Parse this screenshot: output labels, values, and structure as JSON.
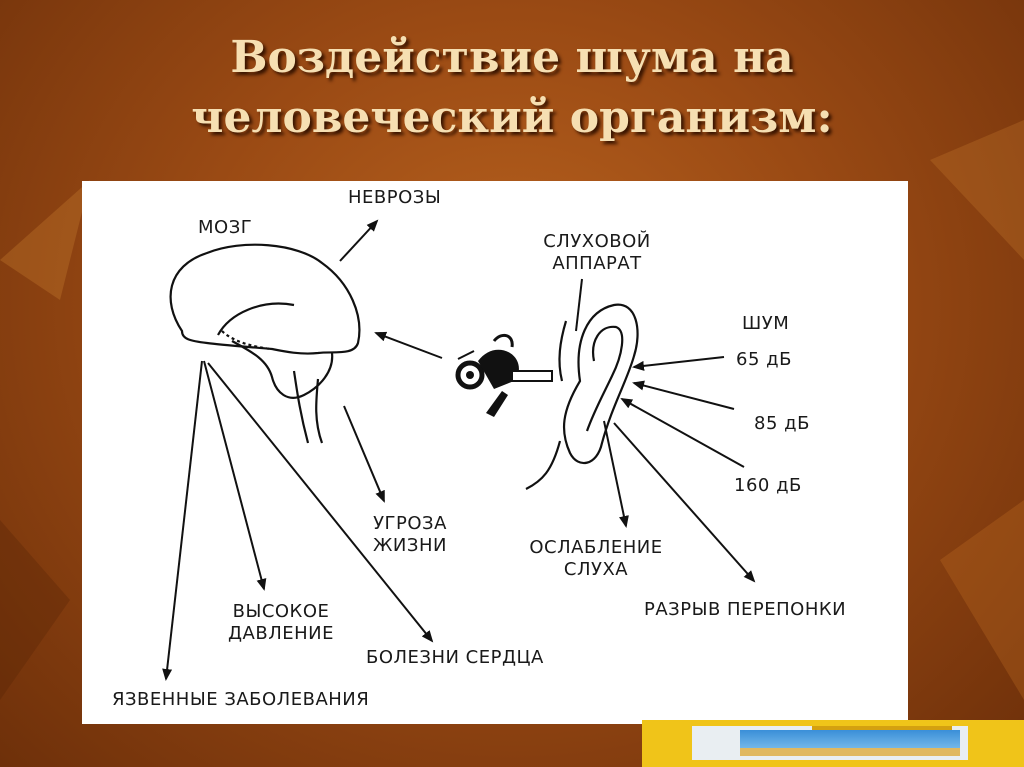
{
  "slide": {
    "title_line1": "Воздействие шума на",
    "title_line2": "человеческий организм:"
  },
  "diagram": {
    "brain": "МОЗГ",
    "neuroses": "НЕВРОЗЫ",
    "hearing_apparatus_1": "СЛУХОВОЙ",
    "hearing_apparatus_2": "АППАРАТ",
    "noise": "ШУМ",
    "db65": "65 дБ",
    "db85": "85 дБ",
    "db160": "160 дБ",
    "threat_1": "УГРОЗА",
    "threat_2": "ЖИЗНИ",
    "hearing_loss_1": "ОСЛАБЛЕНИЕ",
    "hearing_loss_2": "СЛУХА",
    "eardrum_rupture": "РАЗРЫВ ПЕРЕПОНКИ",
    "high_pressure_1": "ВЫСОКОЕ",
    "high_pressure_2": "ДАВЛЕНИЕ",
    "heart_disease": "БОЛЕЗНИ СЕРДЦА",
    "ulcers": "ЯЗВЕННЫЕ ЗАБОЛЕВАНИЯ"
  },
  "colors": {
    "background": "#9a4a14",
    "title": "#f6dfb2",
    "panel": "#ffffff",
    "ink": "#1a1a1a"
  }
}
